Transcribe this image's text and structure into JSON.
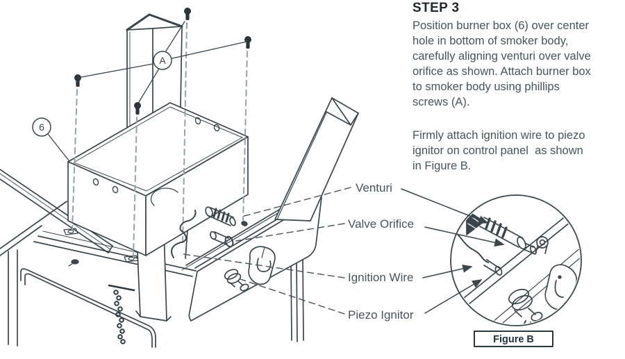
{
  "instructions": {
    "heading": "STEP 3",
    "body": "Position burner box (6) over center\nhole in bottom of smoker body,\ncarefully aligning venturi over valve\norifice as shown. Attach burner box\nto smoker body using phillips\nscrews (A).",
    "note": "Firmly attach ignition wire to piezo\nignitor on control panel  as shown\nin Figure B."
  },
  "diagram": {
    "callouts": [
      {
        "label": "6"
      },
      {
        "label": "A"
      }
    ],
    "part_labels": [
      {
        "text": "Venturi"
      },
      {
        "text": "Valve Orifice"
      },
      {
        "text": "Ignition Wire"
      },
      {
        "text": "Piezo Ignitor"
      }
    ]
  },
  "figure": {
    "caption": "Figure B"
  },
  "colors": {
    "line": "#3a454c",
    "dashed_line": "#94a2a9",
    "body_text": "#46555c",
    "heading_text": "#20282d",
    "background": "#ffffff"
  }
}
